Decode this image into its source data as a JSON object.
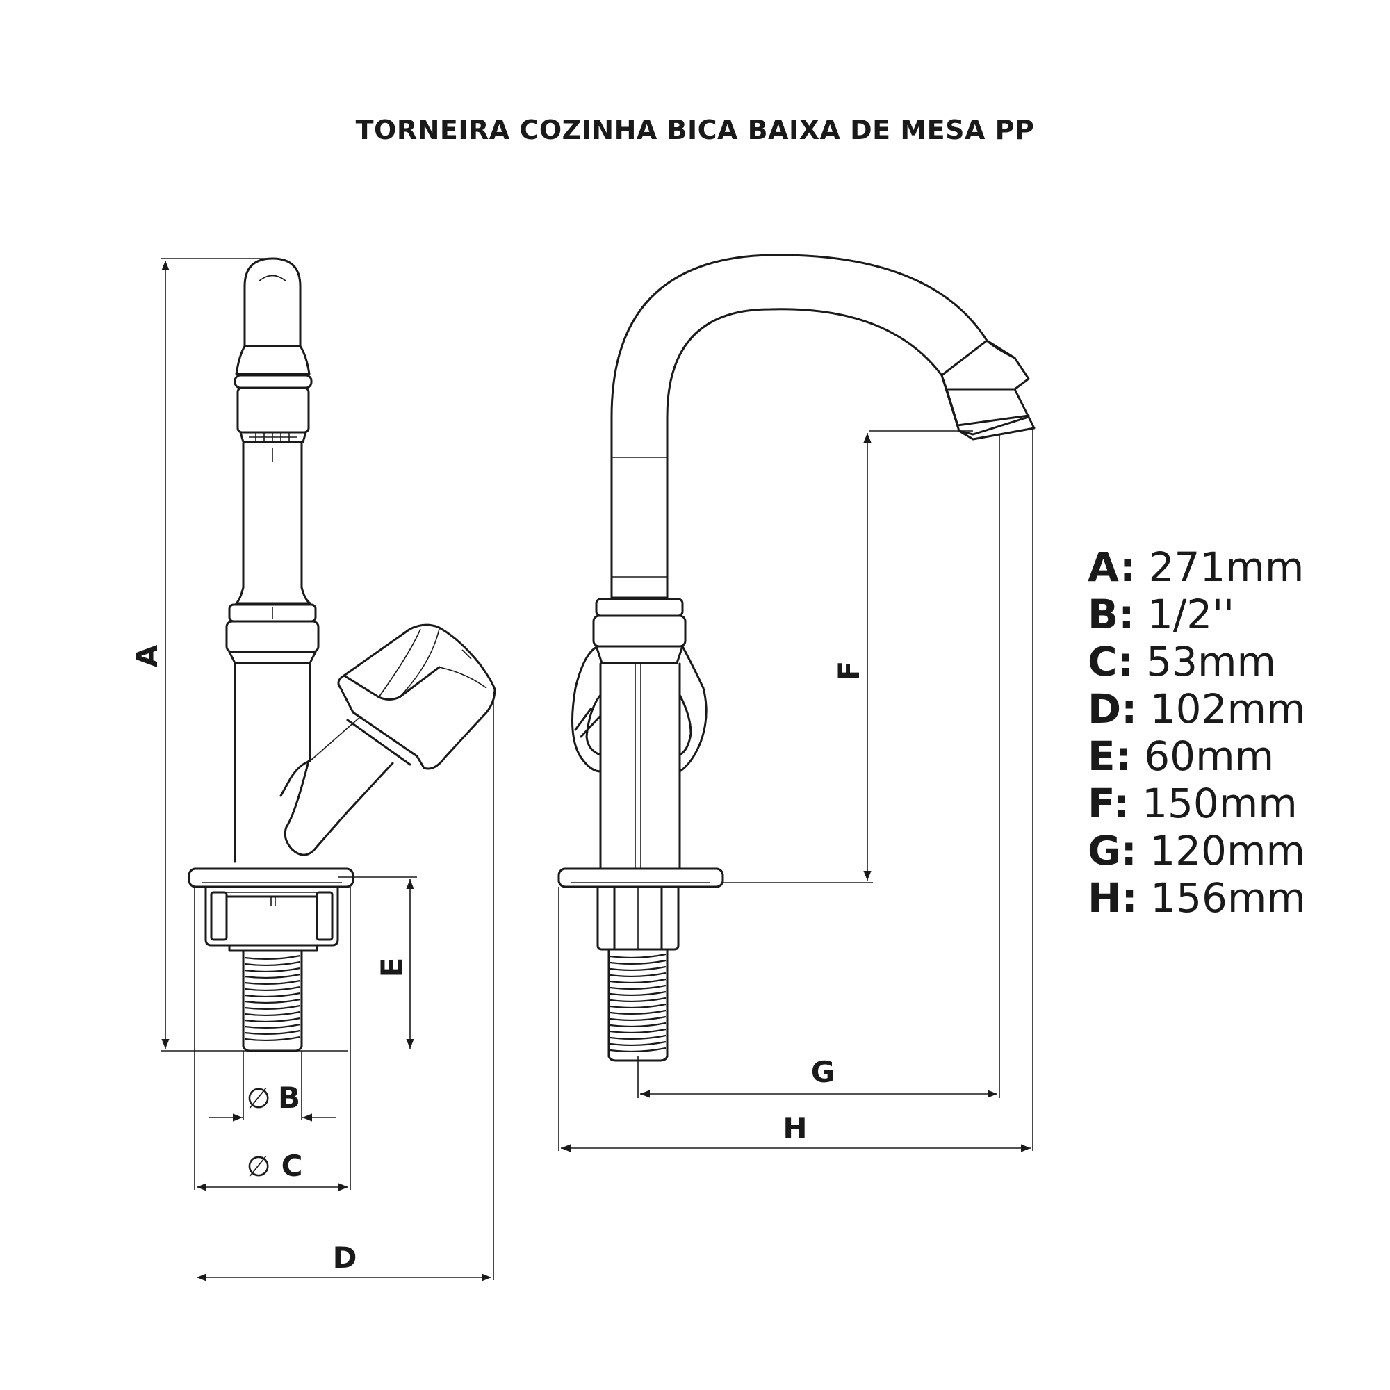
{
  "title": "TORNEIRA COZINHA BICA BAIXA DE MESA PP",
  "dimension_labels": {
    "A": "A",
    "B": "B",
    "C": "C",
    "D": "D",
    "E": "E",
    "F": "F",
    "G": "G",
    "H": "H",
    "diameter_symbol": "∅"
  },
  "specs": [
    {
      "key": "A:",
      "value": "271mm"
    },
    {
      "key": "B:",
      "value": "1/2''"
    },
    {
      "key": "C:",
      "value": "53mm"
    },
    {
      "key": "D:",
      "value": "102mm"
    },
    {
      "key": "E:",
      "value": "60mm"
    },
    {
      "key": "F:",
      "value": "150mm"
    },
    {
      "key": "G:",
      "value": "120mm"
    },
    {
      "key": "H:",
      "value": "156mm"
    }
  ]
}
